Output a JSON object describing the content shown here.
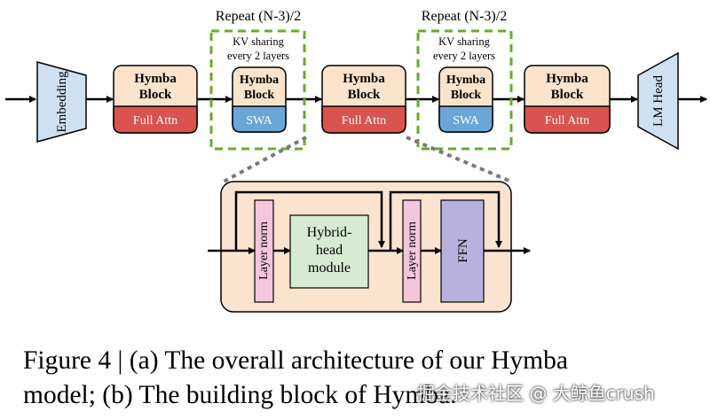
{
  "colors": {
    "block_fill": "#fbe3cc",
    "full_attn": "#d9534f",
    "swa": "#6aa6d8",
    "repeat_green": "#6aaa2a",
    "embedding_fill": "#cfe0f3",
    "layer_norm": "#f4c6dc",
    "hybrid_head": "#d6ecd2",
    "ffn": "#b9b1dd",
    "expanded_bg": "#fbe4cf",
    "arrow": "#000000"
  },
  "embedding": {
    "label": "Embedding"
  },
  "lm_head": {
    "label": "LM Head"
  },
  "blocks": [
    {
      "title_line1": "Hymba",
      "title_line2": "Block",
      "attn": "Full Attn"
    },
    {
      "title_line1": "Hymba",
      "title_line2": "Block",
      "attn": "SWA"
    },
    {
      "title_line1": "Hymba",
      "title_line2": "Block",
      "attn": "Full Attn"
    },
    {
      "title_line1": "Hymba",
      "title_line2": "Block",
      "attn": "SWA"
    },
    {
      "title_line1": "Hymba",
      "title_line2": "Block",
      "attn": "Full Attn"
    }
  ],
  "repeat": [
    {
      "label": "Repeat (N-3)/2",
      "sub_line1": "KV sharing",
      "sub_line2": "every 2 layers"
    },
    {
      "label": "Repeat (N-3)/2",
      "sub_line1": "KV sharing",
      "sub_line2": "every 2 layers"
    }
  ],
  "expanded": {
    "layer_norm_1": "Layer norm",
    "hybrid_line1": "Hybrid-",
    "hybrid_line2": "head",
    "hybrid_line3": "module",
    "layer_norm_2": "Layer norm",
    "ffn": "FFN"
  },
  "caption": {
    "line1": "Figure 4 | (a) The overall architecture of our Hymba",
    "line2": "model; (b) The building block of Hymba."
  },
  "watermark": "掘金技术社区 @ 大鲸鱼crush"
}
